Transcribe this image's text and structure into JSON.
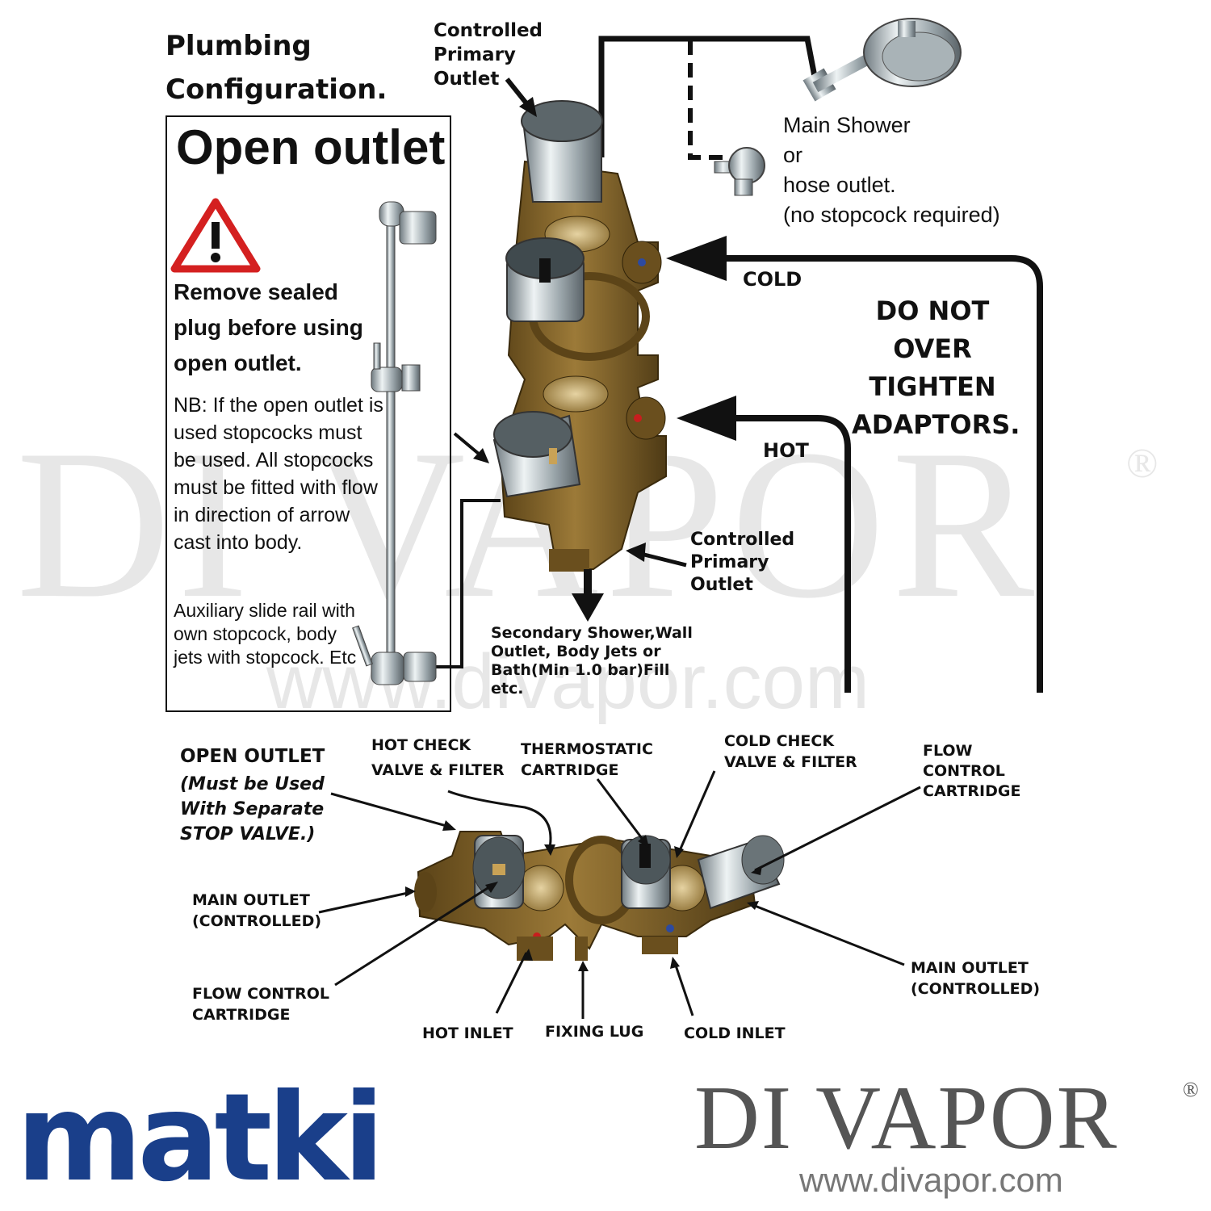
{
  "title": "Plumbing Configuration.",
  "notice": {
    "heading": "Open outlet",
    "warning": "Remove sealed plug before using open outlet.",
    "nb": "NB: If the open outlet is used stopcocks must be used. All stopcocks must be fitted with flow in direction of arrow cast into body.",
    "auxiliary": "Auxiliary slide rail with own stopcock, body jets with stopcock. Etc"
  },
  "labels": {
    "controlled_primary_top": "Controlled Primary Outlet",
    "main_shower_line1": "Main Shower",
    "main_shower_line2": "or",
    "main_shower_line3": "hose outlet.",
    "main_shower_line4": "(no stopcock required)",
    "cold": "COLD",
    "hot": "HOT",
    "do_not_over": "DO NOT OVER TIGHTEN ADAPTORS.",
    "controlled_primary_bottom": "Controlled Primary Outlet",
    "secondary": "Secondary Shower,Wall Outlet, Body Jets or Bath(Min 1.0 bar)Fill etc."
  },
  "bottom_labels": {
    "open_outlet": "OPEN OUTLET",
    "open_outlet_note": "(Must be Used With Separate STOP VALVE.)",
    "hot_check": "HOT CHECK VALVE & FILTER",
    "thermostatic": "THERMOSTATIC CARTRIDGE",
    "cold_check": "COLD CHECK VALVE & FILTER",
    "flow_control_right": "FLOW CONTROL CARTRIDGE",
    "main_outlet_left": "MAIN OUTLET (CONTROLLED)",
    "flow_control_left": "FLOW CONTROL CARTRIDGE",
    "main_outlet_right": "MAIN OUTLET (CONTROLLED)",
    "hot_inlet": "HOT INLET",
    "fixing_lug": "FIXING LUG",
    "cold_inlet": "COLD INLET"
  },
  "watermark": {
    "big": "DI VAPOR",
    "reg": "®",
    "url": "www.divapor.com"
  },
  "logos": {
    "matki": "matki",
    "brand": "DI VAPOR",
    "brand_reg": "®",
    "brand_url": "www.divapor.com"
  },
  "colors": {
    "brass": "#8a6a2e",
    "chrome": "#c9d3d6",
    "matki_blue": "#1a3f8a",
    "warning_red": "#d42020"
  },
  "icons": [
    "warning-triangle-icon",
    "shower-head-icon",
    "hose-outlet-icon",
    "slide-rail-icon"
  ]
}
